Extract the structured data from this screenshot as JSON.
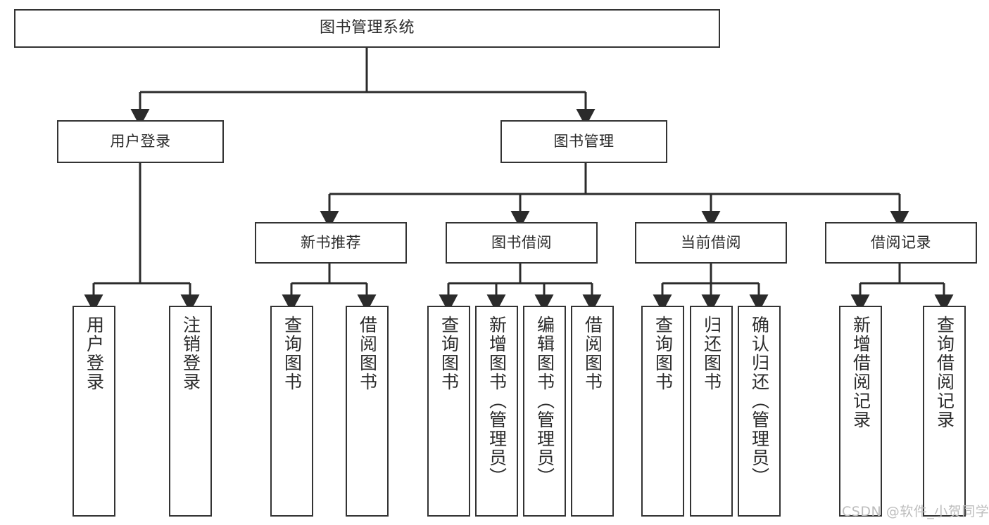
{
  "diagram": {
    "title": "图书管理系统",
    "watermark": "CSDN @软件_小贺同学",
    "colors": {
      "box_border": "#333333",
      "box_fill": "#ffffff",
      "edge": "#2b2b2b",
      "text": "#2b2b2b",
      "watermark": "#bdbdbd",
      "background": "#ffffff"
    },
    "root": {
      "label": "图书管理系统"
    },
    "level2": [
      {
        "label": "用户登录"
      },
      {
        "label": "图书管理"
      }
    ],
    "level3": [
      {
        "label": "新书推荐"
      },
      {
        "label": "图书借阅"
      },
      {
        "label": "当前借阅"
      },
      {
        "label": "借阅记录"
      }
    ],
    "leaves": {
      "user_login": [
        {
          "label": "用户登录"
        },
        {
          "label": "注销登录"
        }
      ],
      "new_book": [
        {
          "label": "查询图书"
        },
        {
          "label": "借阅图书"
        }
      ],
      "book_borrow": [
        {
          "label": "查询图书"
        },
        {
          "label": "新增图书（管理员）"
        },
        {
          "label": "编辑图书（管理员）"
        },
        {
          "label": "借阅图书"
        }
      ],
      "current_borrow": [
        {
          "label": "查询图书"
        },
        {
          "label": "归还图书"
        },
        {
          "label": "确认归还（管理员）"
        }
      ],
      "borrow_record": [
        {
          "label": "新增借阅记录"
        },
        {
          "label": "查询借阅记录"
        }
      ]
    }
  }
}
